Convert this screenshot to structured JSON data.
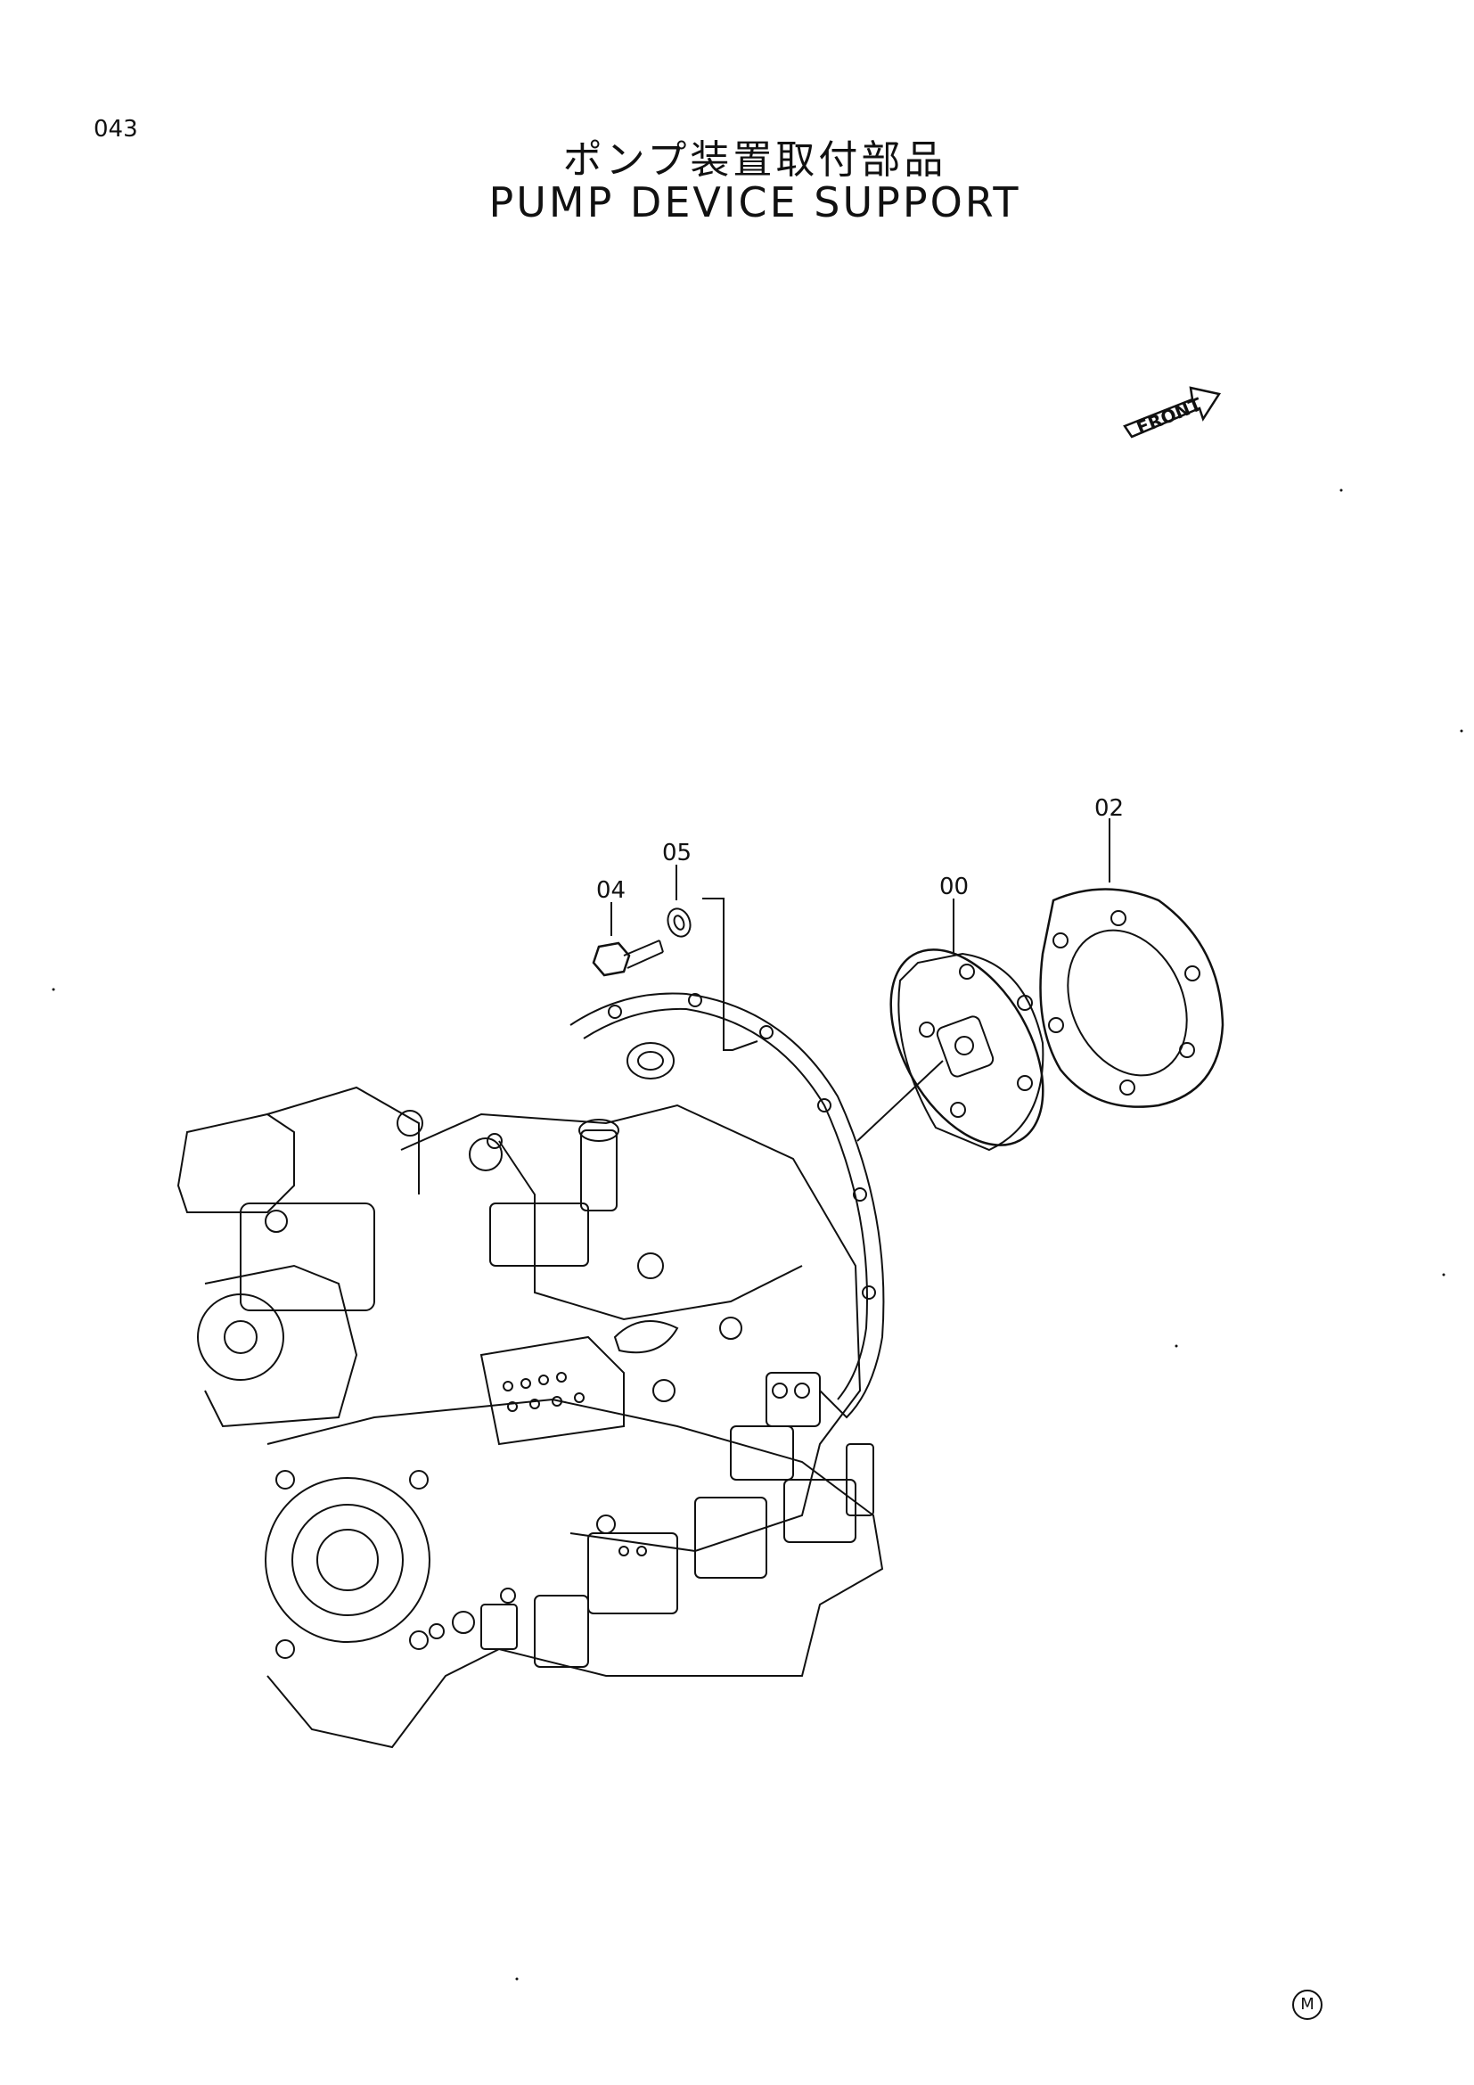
{
  "page": {
    "number": "043",
    "title_jp": "ポンプ装置取付部品",
    "title_en": "PUMP DEVICE SUPPORT",
    "front_label": "FRONT",
    "mark": "M"
  },
  "callouts": [
    {
      "id": "c02",
      "label": "02"
    },
    {
      "id": "c05",
      "label": "05"
    },
    {
      "id": "c04",
      "label": "04"
    },
    {
      "id": "c00",
      "label": "00"
    }
  ]
}
